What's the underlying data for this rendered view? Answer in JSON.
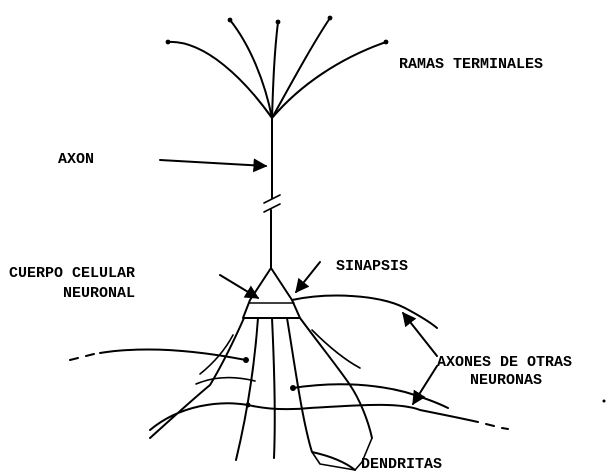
{
  "labels": {
    "terminal_branches": "RAMAS TERMINALES",
    "axon": "AXON",
    "cell_body_line1": "CUERPO CELULAR",
    "cell_body_line2": "NEURONAL",
    "synapse": "SINAPSIS",
    "other_axons_line1": "AXONES DE OTRAS",
    "other_axons_line2": "NEURONAS",
    "dendrites": "DENDRITAS"
  },
  "colors": {
    "ink": "#000000",
    "background": "#ffffff"
  }
}
